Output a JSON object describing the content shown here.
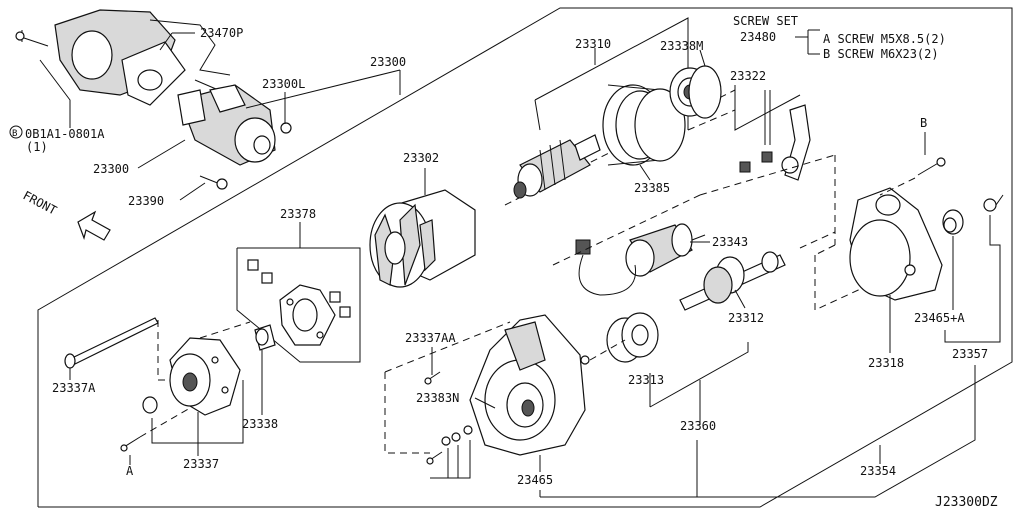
{
  "diagram": {
    "callouts": {
      "p23470P": "23470P",
      "p0B1A1": "0B1A1-0801A",
      "p0B1A1_qty": "(1)",
      "p0B1A1_mark": "B",
      "p23300": "23300",
      "p23300L": "23300L",
      "p23300b": "23300",
      "p23390": "23390",
      "front": "FRONT",
      "p23310": "23310",
      "p23338M": "23338M",
      "screw_set_title": "SCREW SET",
      "p23480": "23480",
      "screw_a": "A SCREW M5X8.5(2)",
      "screw_b": "B SCREW M6X23(2)",
      "p23322": "23322",
      "p23302": "23302",
      "p23385": "23385",
      "p23378": "23378",
      "p23343": "23343",
      "mark_b": "B",
      "p23337AA": "23337AA",
      "p23312": "23312",
      "p23465A": "23465+A",
      "p23337A": "23337A",
      "p23383N": "23383N",
      "p23313": "23313",
      "p23318": "23318",
      "p23357": "23357",
      "p23338": "23338",
      "mark_a": "A",
      "p23337": "23337",
      "p23360": "23360",
      "p23354": "23354",
      "p23465": "23465",
      "diagram_code": "J23300DZ"
    }
  }
}
